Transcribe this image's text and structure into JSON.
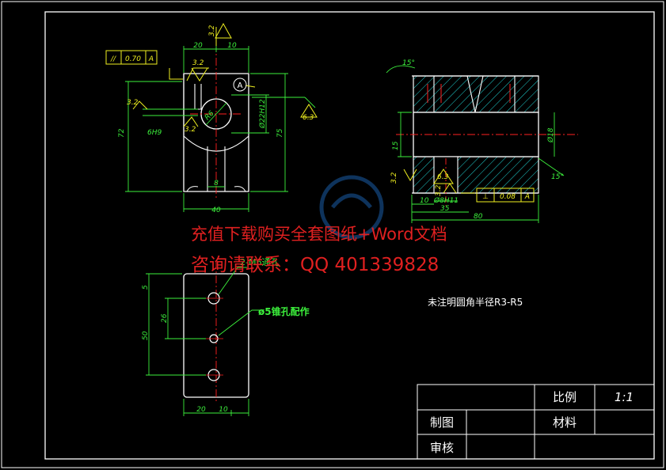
{
  "views": {
    "front": {
      "dims": {
        "top_20": "20",
        "top_10": "10",
        "height_72": "72",
        "height_75": "75",
        "bore": "Ø22H12",
        "slot": "6H9",
        "width_40": "40",
        "slot_width": "8",
        "radius": "R6",
        "side_32": "3.2",
        "rough_left": "3.2",
        "rough_center": "3.2",
        "rough_low": "3.2",
        "rough_right": "6.3"
      },
      "fcf": {
        "symbol": "//",
        "value": "0.70",
        "datum": "A"
      },
      "datum_label": "A"
    },
    "section": {
      "angle_top": "15°",
      "angle_bottom": "15°",
      "bore": "Ø18",
      "height_15": "15",
      "rough_left": "3.2",
      "rough_mid": "6.3",
      "rough_small": "3.2",
      "fit": "Ø8H11",
      "dim_10": "10",
      "dim_35": "35",
      "dim_80": "80",
      "fcf": {
        "symbol": "⊥",
        "value": "0.08",
        "datum": "A"
      }
    },
    "top": {
      "hole_label": "2-M6通孔",
      "pin_label": "ø5锥孔配作",
      "dim_5": "5",
      "dim_26": "26",
      "dim_50": "50",
      "dim_20": "20",
      "dim_10": "10"
    }
  },
  "note": "未注明圆角半径R3-R5",
  "watermark": {
    "line1": "充值下载购买全套图纸+Word文档",
    "line2": "咨询请联系：QQ 401339828"
  },
  "title_block": {
    "scale_label": "比例",
    "scale_value": "1:1",
    "drawn_label": "制图",
    "material_label": "材料",
    "checked_label": "审核"
  },
  "colors": {
    "outline": "#ffffff",
    "dimension": "#3cf03c",
    "annotation": "#f0f020",
    "centerline": "#ff2020",
    "hatch": "#20d0d0",
    "watermark": "#e02020"
  }
}
